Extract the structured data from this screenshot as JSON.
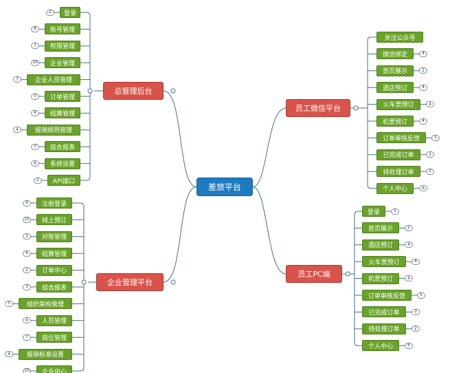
{
  "root": {
    "label": "差旅平台"
  },
  "branches": [
    {
      "id": "admin",
      "label": "总管理后台",
      "side": "left",
      "items": [
        {
          "label": "登录",
          "count": "2"
        },
        {
          "label": "账号管理",
          "count": "8"
        },
        {
          "label": "权限管理",
          "count": "7"
        },
        {
          "label": "企业管理",
          "count": "10"
        },
        {
          "label": "企业人员管理",
          "count": "7"
        },
        {
          "label": "订单管理",
          "count": "3"
        },
        {
          "label": "结算管理",
          "count": "4"
        },
        {
          "label": "报销规则管理",
          "count": "4"
        },
        {
          "label": "综合报表",
          "count": "3"
        },
        {
          "label": "系统设置",
          "count": "6"
        },
        {
          "label": "API接口",
          "count": "2"
        }
      ]
    },
    {
      "id": "enterprise",
      "label": "企业管理平台",
      "side": "left",
      "items": [
        {
          "label": "注册登录",
          "count": "4"
        },
        {
          "label": "线上预订",
          "count": "15"
        },
        {
          "label": "对账管理",
          "count": "3"
        },
        {
          "label": "结算管理",
          "count": "4"
        },
        {
          "label": "订单中心",
          "count": "2"
        },
        {
          "label": "综合报表",
          "count": "3"
        },
        {
          "label": "组织架构管理",
          "count": "5"
        },
        {
          "label": "人员管理",
          "count": "6"
        },
        {
          "label": "岗位管理",
          "count": "7"
        },
        {
          "label": "报销标准设置",
          "count": "4"
        },
        {
          "label": "企业中心",
          "count": "10"
        }
      ]
    },
    {
      "id": "wechat",
      "label": "员工微信平台",
      "side": "right",
      "items": [
        {
          "label": "关注公众号",
          "count": ""
        },
        {
          "label": "微信绑定",
          "count": "4"
        },
        {
          "label": "首页展示",
          "count": "2"
        },
        {
          "label": "酒店预订",
          "count": "4"
        },
        {
          "label": "火车票预订",
          "count": "4"
        },
        {
          "label": "机票预订",
          "count": "4"
        },
        {
          "label": "订单审核反馈",
          "count": "5"
        },
        {
          "label": "已完成订单",
          "count": "2"
        },
        {
          "label": "待处理订单",
          "count": "2"
        },
        {
          "label": "个人中心",
          "count": "6"
        }
      ]
    },
    {
      "id": "pc",
      "label": "员工PC端",
      "side": "right",
      "items": [
        {
          "label": "登录",
          "count": "5"
        },
        {
          "label": "首页展示",
          "count": "2"
        },
        {
          "label": "酒店预订",
          "count": "4"
        },
        {
          "label": "火车票预订",
          "count": "4"
        },
        {
          "label": "机票预订",
          "count": "4"
        },
        {
          "label": "订单审核反馈",
          "count": "5"
        },
        {
          "label": "已完成订单",
          "count": "2"
        },
        {
          "label": "待处理订单",
          "count": "2"
        },
        {
          "label": "个人中心",
          "count": "6"
        }
      ]
    }
  ]
}
